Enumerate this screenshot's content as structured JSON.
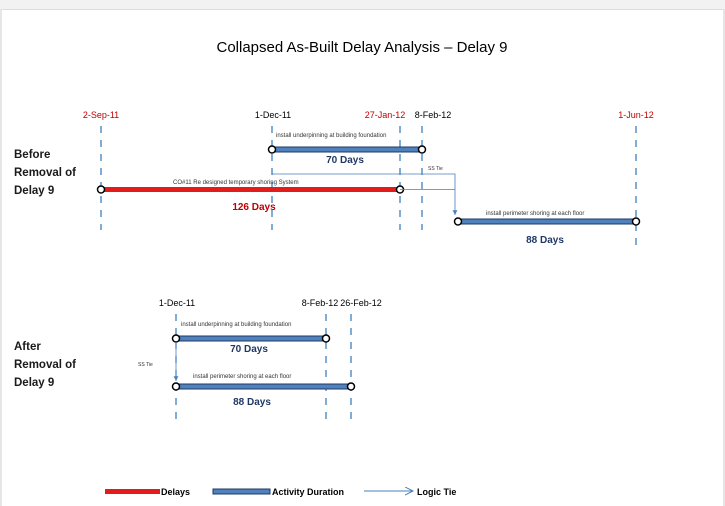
{
  "title": "Collapsed As-Built Delay Analysis – Delay 9",
  "colors": {
    "delay": "#e21b1b",
    "activity": "#4f81bd",
    "activity_border": "#1f3864",
    "tie": "#4a7ebb",
    "date_red": "#c00000",
    "date_black": "#000000",
    "guide": "#2e75b6"
  },
  "before": {
    "label_lines": [
      "Before",
      "Removal of",
      "Delay 9"
    ],
    "dates": {
      "sep2": "2-Sep-11",
      "dec1": "1-Dec-11",
      "jan27": "27-Jan-12",
      "feb8": "8-Feb-12",
      "jun1": "1-Jun-12"
    },
    "activity_underpinning": {
      "name": "install underpinning at building foundation",
      "duration": "70 Days"
    },
    "delay_bar": {
      "name": "CO#11 Re designed temporary shoring System",
      "duration": "126 Days"
    },
    "tie_label": "SS Tie",
    "activity_perimeter": {
      "name": "install perimeter shoring at each floor",
      "duration": "88 Days"
    }
  },
  "after": {
    "label_lines": [
      "After",
      "Removal of",
      "Delay 9"
    ],
    "dates": {
      "dec1": "1-Dec-11",
      "feb8": "8-Feb-12",
      "feb26": "26-Feb-12"
    },
    "activity_underpinning": {
      "name": "install underpinning at building foundation",
      "duration": "70 Days"
    },
    "tie_label": "SS Tie",
    "activity_perimeter": {
      "name": "install perimeter shoring at each floor",
      "duration": "88 Days"
    }
  },
  "legend": {
    "delays": "Delays",
    "activity_duration": "Activity Duration",
    "logic_tie": "Logic Tie"
  }
}
